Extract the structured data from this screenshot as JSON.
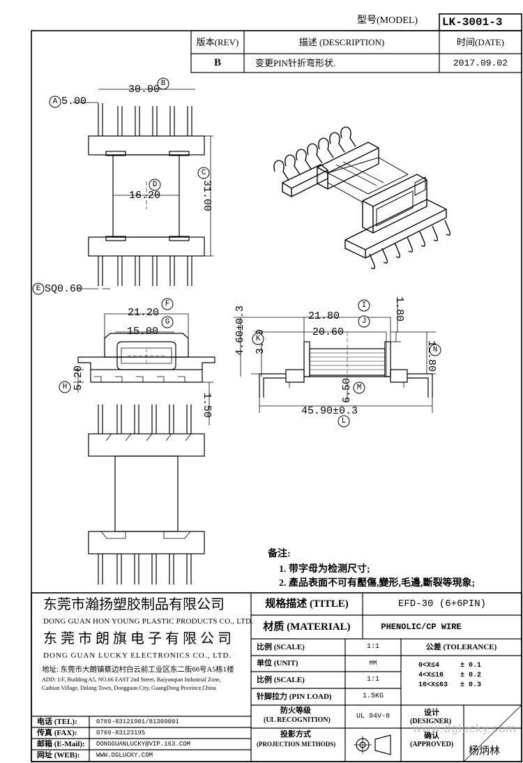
{
  "header": {
    "model_label": "型号(MODEL)",
    "model_value": "LK-3001-3"
  },
  "revision": {
    "col_rev": "版本(REV)",
    "col_desc": "描述 (DESCRIPTION)",
    "col_date": "时间(DATE)",
    "rev": "B",
    "desc": "变更PIN针折弯形状.",
    "date": "2017.09.02"
  },
  "dims": {
    "a": "5.00",
    "b": "30.00",
    "c": "31.00",
    "d": "16.20",
    "e": "SQ0.60",
    "f": "21.20",
    "g": "15.00",
    "h": "5.20",
    "j": "1.50",
    "k": "4.60±0.3",
    "k2": "3.80",
    "i": "21.80",
    "i2": "20.60",
    "n1": "1.80",
    "n": "11.80",
    "m": "6.50",
    "l": "45.90±0.3"
  },
  "markers": {
    "a": "A",
    "b": "B",
    "c": "C",
    "d": "D",
    "e": "E",
    "f": "F",
    "g": "G",
    "h": "H",
    "j": "J",
    "k": "K",
    "i": "I",
    "n": "N",
    "m": "M",
    "l": "L"
  },
  "notes": {
    "title": "备注:",
    "line1": "1. 带字母为检测尺寸;",
    "line2": "2. 產品表面不可有壓傷,變形,毛邊,斷裂等現象;"
  },
  "company": {
    "name1_cn": "东莞市瀚扬塑胶制品有限公司",
    "name1_en": "DONG GUAN HON YOUNG PLASTIC PRODUCTS CO., LTD.",
    "name2_cn": "东 莞 市 朗 旗 电 子 有 限 公 司",
    "name2_en": "DONG GUAN LUCKY ELECTRONICS CO., LTD.",
    "addr_cn": "地址: 东莞市大朗镇蔡边村白云前工业区东二街66号A5栋1楼",
    "addr_en1": "ADD: 1/F, Building A5, NO.66 EAST 2nd Street, Baiyunqian Industrial Zone,",
    "addr_en2": "Caibian Village, Dalang Town, Dongguan City, GuangDong Province,China"
  },
  "contact": {
    "tel_label": "电话 (TEL):",
    "tel": "0769-83121901/81309001",
    "fax_label": "传真 (FAX):",
    "fax": "0769-83123195",
    "mail_label": "邮箱 (E-Mail):",
    "mail": "DONGGUANLUCKY@VIP.163.COM",
    "web_label": "网址 (WEB):",
    "web": "WWW.DGLUCKY.COM"
  },
  "spec": {
    "title_label": "规格描述 (TITLE)",
    "title_value": "EFD-30 (6+6PIN)",
    "material_label": "材质 (MATERIAL)",
    "material_value": "PHENOLIC/CP WIRE",
    "scale_label": "比例 (SCALE)",
    "scale_value": "1:1",
    "unit_label": "单位 (UNIT)",
    "unit_value": "MM",
    "scale2_label": "比例 (SCALE)",
    "scale2_value": "1:1",
    "pin_label": "针脚拉力 (PIN LOAD)",
    "pin_value": "1.5KG",
    "flame_label1": "防火等级",
    "flame_label2": "(UL RECOGNITION)",
    "flame_value": "UL 94V-0",
    "proj_label1": "投影方式",
    "proj_label2": "(PROJECTION METHODS)",
    "tol_label": "公差 (TOLERANCE)",
    "tol1": "0<X≤4     ± 0.1",
    "tol2": "4<X≤16    ± 0.2",
    "tol3": "16<X≤63   ± 0.3",
    "designer_label1": "设计",
    "designer_label2": "(DESIGNER)",
    "approved_label1": "确认",
    "approved_label2": "(APPROVED)",
    "approver": "杨炳林",
    "watermark": "www.dglucky.com"
  }
}
